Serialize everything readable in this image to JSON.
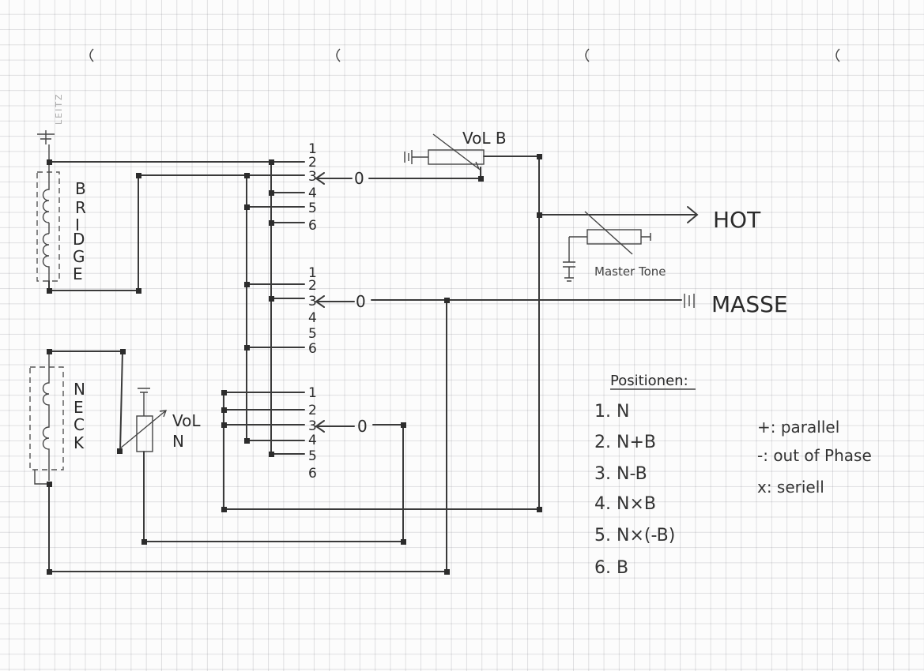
{
  "pickups": {
    "bridge_letters": [
      "B",
      "R",
      "I",
      "D",
      "G",
      "E"
    ],
    "neck_letters": [
      "N",
      "E",
      "C",
      "K"
    ]
  },
  "pins": {
    "deck1": [
      "1",
      "2",
      "3",
      "4",
      "5",
      "6"
    ],
    "deck2": [
      "1",
      "2",
      "3",
      "4",
      "5",
      "6"
    ],
    "deck3": [
      "1",
      "2",
      "3",
      "4",
      "5",
      "6"
    ]
  },
  "wipers": [
    "0",
    "0",
    "0"
  ],
  "vol_b_label": "VoL B",
  "vol_n_label": [
    "VoL",
    "N"
  ],
  "master_tone_label": "Master Tone",
  "hot_label": "HOT",
  "masse_label": "MASSE",
  "positions": {
    "title": "Positionen:",
    "items": [
      "1. N",
      "2. N+B",
      "3. N-B",
      "4. N×B",
      "5. N×(-B)",
      "6. B"
    ]
  },
  "legend": [
    "+: parallel",
    "-: out of Phase",
    "x: seriell"
  ],
  "brand_mark": "LEITZ"
}
